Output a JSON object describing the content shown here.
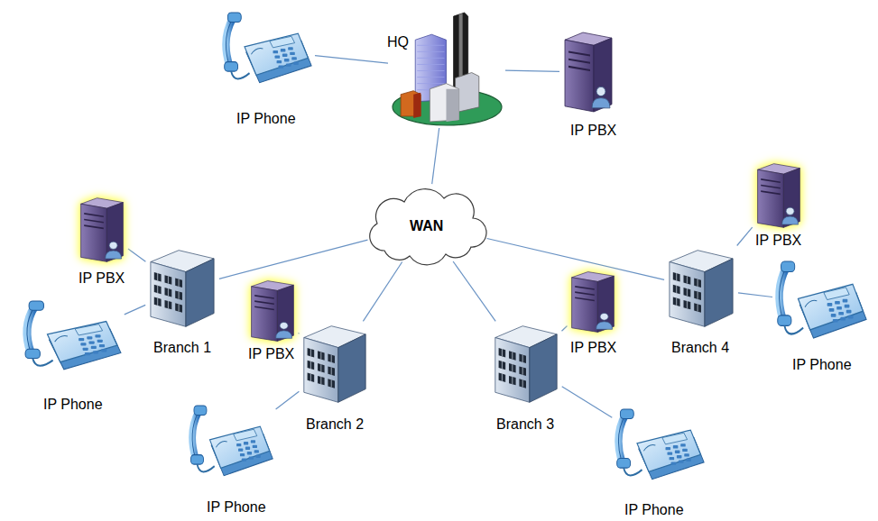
{
  "diagram": {
    "nodes": [
      {
        "text": [
          "IP Phone"
        ]
      },
      {
        "text": [
          "HQ"
        ]
      },
      {
        "text": [
          "IP PBX"
        ]
      },
      {
        "text": [
          "WAN"
        ]
      },
      {
        "text": [
          "IP PBX"
        ]
      },
      {
        "text": [
          "IP PBX"
        ]
      },
      {
        "text": [
          "IP PBX"
        ]
      },
      {
        "text": [
          "IP PBX"
        ]
      },
      {
        "text": [
          "Branch 1"
        ]
      },
      {
        "text": [
          "Branch 4"
        ]
      },
      {
        "text": [
          "IP Phone"
        ]
      },
      {
        "text": [
          "Branch 2"
        ]
      },
      {
        "text": [
          "Branch 3"
        ]
      },
      {
        "text": [
          "IP Phone"
        ]
      },
      {
        "text": [
          "IP Phone"
        ]
      },
      {
        "text": [
          "IP Phone"
        ]
      }
    ],
    "edges": [
      {
        "from": 0,
        "to": 1,
        "arrow": "none"
      },
      {
        "from": 1,
        "to": 2,
        "arrow": "none"
      },
      {
        "from": 1,
        "to": 3,
        "arrow": "none"
      },
      {
        "from": 3,
        "to": 8,
        "arrow": "none"
      },
      {
        "from": 3,
        "to": 11,
        "arrow": "none"
      },
      {
        "from": 3,
        "to": 12,
        "arrow": "none"
      },
      {
        "from": 3,
        "to": 9,
        "arrow": "none"
      },
      {
        "from": 8,
        "to": 5,
        "arrow": "none"
      },
      {
        "from": 8,
        "to": 13,
        "arrow": "none"
      },
      {
        "from": 11,
        "to": 6,
        "arrow": "none"
      },
      {
        "from": 11,
        "to": 14,
        "arrow": "none"
      },
      {
        "from": 12,
        "to": 7,
        "arrow": "none"
      },
      {
        "from": 12,
        "to": 15,
        "arrow": "none"
      },
      {
        "from": 9,
        "to": 4,
        "arrow": "none"
      },
      {
        "from": 9,
        "to": 10,
        "arrow": "none"
      }
    ]
  }
}
